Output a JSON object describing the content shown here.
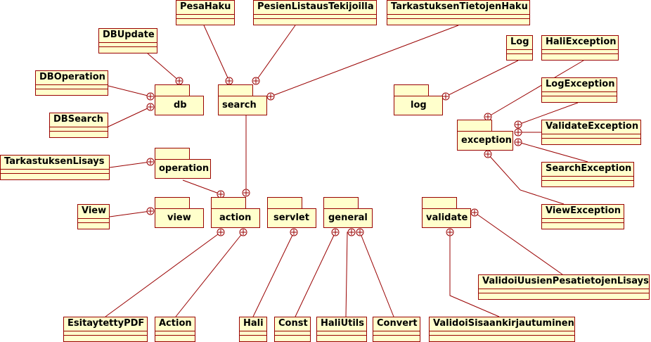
{
  "classes": {
    "pesahaku": "PesaHaku",
    "pesienlistaus": "PesienListausTekijoilla",
    "tarkastuksentietojenhaku": "TarkastuksenTietojenHaku",
    "dbupdate": "DBUpdate",
    "dboperation": "DBOperation",
    "dbsearch": "DBSearch",
    "tarkastuksenlisays": "TarkastuksenLisays",
    "view": "View",
    "log": "Log",
    "haliexception": "HaliException",
    "logexception": "LogException",
    "validateexception": "ValidateException",
    "searchexception": "SearchException",
    "viewexception": "ViewException",
    "validoiuusienpesatietojenlisays": "ValidoiUusienPesatietojenLisays",
    "esitaytettypdf": "EsitaytettyPDF",
    "action_cls": "Action",
    "hali": "Hali",
    "const": "Const",
    "haliutils": "HaliUtils",
    "convert": "Convert",
    "validoisisaankirjautuminen": "ValidoiSisaankirjautuminen"
  },
  "packages": {
    "db": "db",
    "search": "search",
    "log": "log",
    "exception": "exception",
    "operation": "operation",
    "view": "view",
    "action": "action",
    "servlet": "servlet",
    "general": "general",
    "validate": "validate"
  },
  "colors": {
    "fill": "#ffffcc",
    "stroke": "#990000"
  }
}
